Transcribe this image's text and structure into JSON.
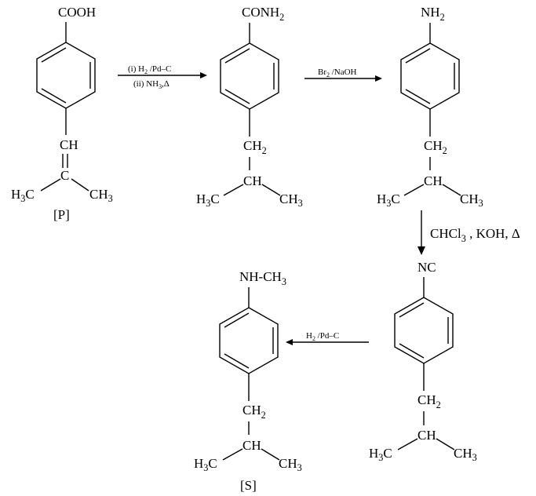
{
  "compound_p": {
    "top_group": "COOH",
    "ch": "CH",
    "c": "C",
    "left_methyl": "H",
    "left_methyl_sub": "3",
    "left_methyl_c": "C",
    "right_methyl": "CH",
    "right_methyl_sub": "3",
    "label": "[P]"
  },
  "step1": {
    "line1_prefix": "(i) H",
    "line1_sub": "2",
    "line1_suffix": " /Pd–C",
    "line2_prefix": "(ii) NH",
    "line2_sub": "3",
    "line2_suffix": ",Δ"
  },
  "compound_amide": {
    "top_group": "CONH",
    "top_sub": "2",
    "ch2": "CH",
    "ch2_sub": "2",
    "ch": "CH",
    "left_methyl": "H",
    "left_methyl_sub": "3",
    "left_methyl_c": "C",
    "right_methyl": "CH",
    "right_methyl_sub": "3"
  },
  "step2": {
    "prefix": "Br",
    "sub": "2",
    "suffix": " /NaOH"
  },
  "compound_amine": {
    "top_group": "NH",
    "top_sub": "2",
    "ch2": "CH",
    "ch2_sub": "2",
    "ch": "CH",
    "left_methyl": "H",
    "left_methyl_sub": "3",
    "left_methyl_c": "C",
    "right_methyl": "CH",
    "right_methyl_sub": "3"
  },
  "step3": {
    "prefix": "CHCl",
    "sub": "3",
    "suffix": " , KOH, Δ"
  },
  "compound_isocyanide": {
    "top_group": "NC",
    "ch2": "CH",
    "ch2_sub": "2",
    "ch": "CH",
    "left_methyl": "H",
    "left_methyl_sub": "3",
    "left_methyl_c": "C",
    "right_methyl": "CH",
    "right_methyl_sub": "3"
  },
  "step4": {
    "prefix": "H",
    "sub": "2",
    "suffix": " /Pd–C"
  },
  "compound_s": {
    "top_group": "NH-CH",
    "top_sub": "3",
    "ch2": "CH",
    "ch2_sub": "2",
    "ch": "CH",
    "left_methyl": "H",
    "left_methyl_sub": "3",
    "left_methyl_c": "C",
    "right_methyl": "CH",
    "right_methyl_sub": "3",
    "label": "[S]"
  }
}
